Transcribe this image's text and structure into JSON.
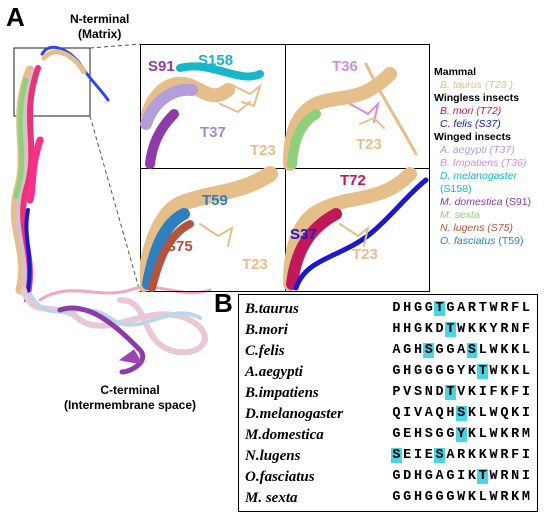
{
  "panel_a": {
    "letter": "A",
    "n_terminal": [
      "N-terminal",
      "(Matrix)"
    ],
    "c_terminal": [
      "C-terminal",
      "(Intermembrane space)"
    ],
    "insets": {
      "tl": {
        "labels": [
          "S91",
          "S158",
          "T37",
          "T23"
        ]
      },
      "tr": {
        "labels": [
          "T36",
          "T23"
        ]
      },
      "bl": {
        "labels": [
          "T59",
          "S75",
          "T23"
        ]
      },
      "br": {
        "labels": [
          "T72",
          "S37",
          "T23"
        ]
      }
    },
    "legend": {
      "groups": [
        {
          "title": "Mammal",
          "entries": [
            {
              "species": "B. taurus",
              "site": "(T23 )",
              "color": "#e6be8a"
            }
          ]
        },
        {
          "title": "Wingless insects",
          "entries": [
            {
              "species": "B. mori",
              "site": "(T72)",
              "color": "#c2185b"
            },
            {
              "species": "C. felis",
              "site": "(S37)",
              "color": "#1a1acc"
            }
          ]
        },
        {
          "title": "Winged insects",
          "entries": [
            {
              "species": "A. aegypti",
              "site": "(T37)",
              "color": "#b39ddb"
            },
            {
              "species": "B. Impatiens",
              "site": "(T36)",
              "color": "#d58fd6"
            },
            {
              "species": "D. melanogaster",
              "site": "(S158)",
              "color": "#17b6c8"
            },
            {
              "species": "M. domestica",
              "site": "(S91)",
              "color": "#8e3aa8"
            },
            {
              "species": "M. sexta",
              "site": "",
              "color": "#8ed17a"
            },
            {
              "species": "N. lugens",
              "site": "(S75)",
              "color": "#b5533c"
            },
            {
              "species": "O. fasciatus",
              "site": "(T59)",
              "color": "#2e7fc0"
            }
          ]
        }
      ]
    }
  },
  "panel_b": {
    "letter": "B",
    "rows": [
      {
        "species": "B.taurus",
        "sequence": "DHGGTGARTWRFL",
        "highlight": [
          4
        ]
      },
      {
        "species": "B.mori",
        "sequence": "HHGKDTWKKYRNF",
        "highlight": [
          5
        ]
      },
      {
        "species": "C.felis",
        "sequence": "AGHSGGASLWKKL",
        "highlight": [
          3,
          7
        ]
      },
      {
        "species": "A.aegypti",
        "sequence": "GHGGGGYKTWKKL",
        "highlight": [
          8
        ]
      },
      {
        "species": "B.impatiens",
        "sequence": "PVSNDTVKIFKFI",
        "highlight": [
          5
        ]
      },
      {
        "species": "D.melanogaster",
        "sequence": "QIVAQHSKLWQKI",
        "highlight": [
          6
        ]
      },
      {
        "species": "M.domestica",
        "sequence": "GEHSGGYKLWKRM",
        "highlight": [
          6
        ]
      },
      {
        "species": "N.lugens",
        "sequence": "SEIESARKKWRFI",
        "highlight": [
          0,
          4
        ]
      },
      {
        "species": "O.fasciatus",
        "sequence": "GDHGAGIKTWRNI",
        "highlight": [
          8
        ]
      },
      {
        "species": "M. sexta",
        "sequence": "GGHGGGWKLWRKM",
        "highlight": []
      }
    ]
  }
}
